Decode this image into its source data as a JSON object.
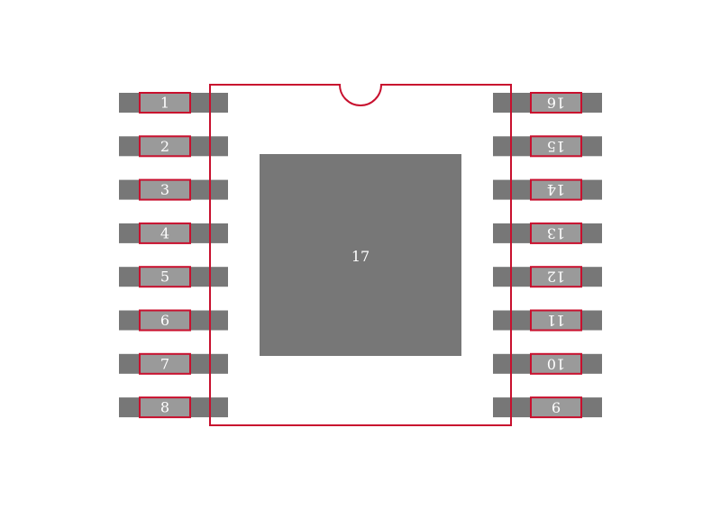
{
  "colors": {
    "background": "#ffffff",
    "pad_fill": "#777777",
    "pad_highlight": "#9a9a9a",
    "outline": "#c8102e",
    "label": "#ffffff"
  },
  "package": {
    "pins_per_side": 8,
    "pin1_notch": true
  },
  "left_pins": [
    {
      "label": "1"
    },
    {
      "label": "2"
    },
    {
      "label": "3"
    },
    {
      "label": "4"
    },
    {
      "label": "5"
    },
    {
      "label": "6"
    },
    {
      "label": "7"
    },
    {
      "label": "8"
    }
  ],
  "right_pins": [
    {
      "label": "16"
    },
    {
      "label": "15"
    },
    {
      "label": "14"
    },
    {
      "label": "13"
    },
    {
      "label": "12"
    },
    {
      "label": "11"
    },
    {
      "label": "10"
    },
    {
      "label": "9"
    }
  ],
  "thermal_pad": {
    "label": "17"
  }
}
